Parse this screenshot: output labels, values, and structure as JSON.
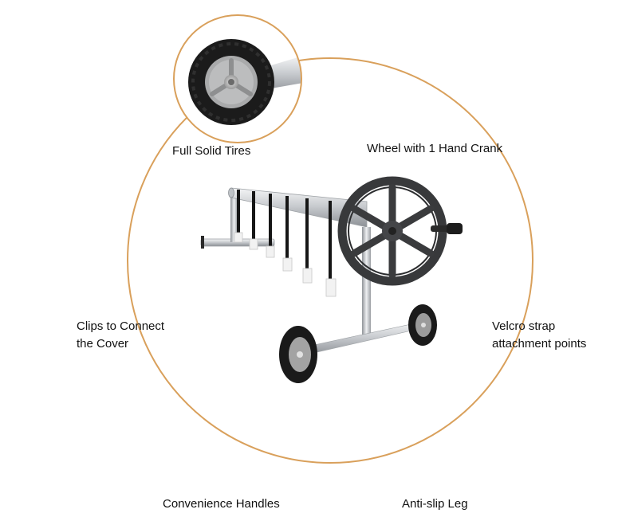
{
  "features": {
    "tires": "Full Solid Tires",
    "crank": "Wheel with 1 Hand Crank",
    "clips_line1": "Clips to Connect",
    "clips_line2": "the Cover",
    "velcro_line1": "Velcro strap",
    "velcro_line2": "attachment points",
    "handles": "Convenience Handles",
    "leg": "Anti-slip Leg"
  },
  "colors": {
    "ring": "#d9a05b",
    "steel": "#c8cbce",
    "wheel": "#3a3b3d",
    "tire": "#1c1c1c"
  }
}
